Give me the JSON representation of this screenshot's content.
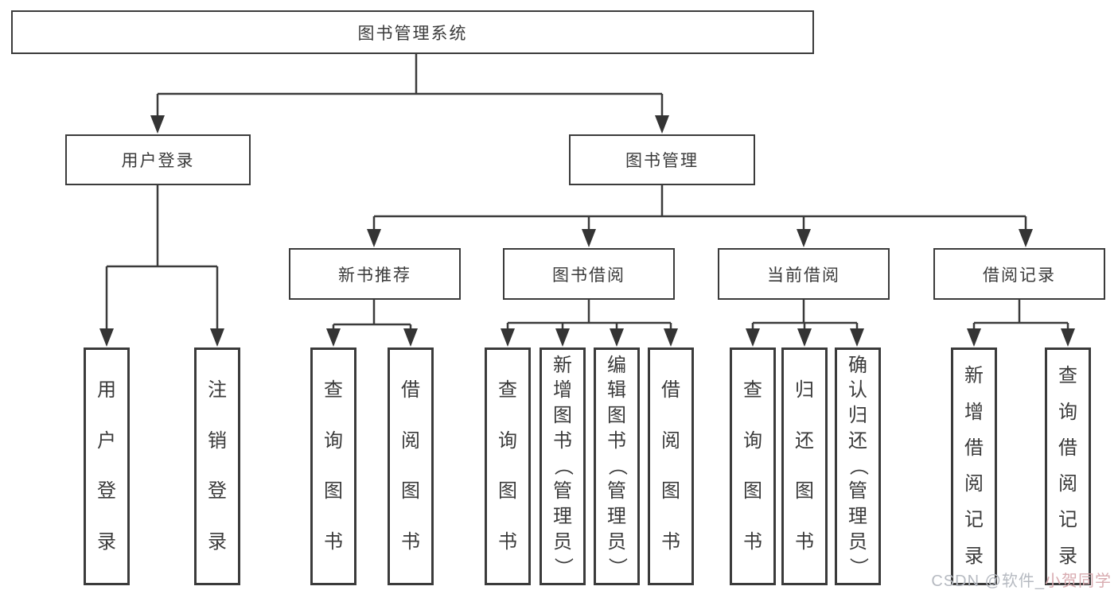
{
  "tree": {
    "root": {
      "label": "图书管理系统"
    },
    "branches": [
      {
        "label": "用户登录",
        "children": [
          {
            "label": "用户登录"
          },
          {
            "label": "注销登录"
          }
        ]
      },
      {
        "label": "图书管理",
        "groups": [
          {
            "label": "新书推荐",
            "children": [
              {
                "label": "查询图书"
              },
              {
                "label": "借阅图书"
              }
            ]
          },
          {
            "label": "图书借阅",
            "children": [
              {
                "label": "查询图书"
              },
              {
                "label": "新增图书（管理员）"
              },
              {
                "label": "编辑图书（管理员）"
              },
              {
                "label": "借阅图书"
              }
            ]
          },
          {
            "label": "当前借阅",
            "children": [
              {
                "label": "查询图书"
              },
              {
                "label": "归还图书"
              },
              {
                "label": "确认归还（管理员）"
              }
            ]
          },
          {
            "label": "借阅记录",
            "children": [
              {
                "label": "新增借阅记录"
              },
              {
                "label": "查询借阅记录"
              }
            ]
          }
        ]
      }
    ]
  },
  "watermark": {
    "prefix": "CSDN @软件_",
    "suffix": "小贺同学"
  },
  "colors": {
    "line": "#3b3b3b",
    "box_border": "#3b3b3b",
    "text": "#3a3a3a",
    "watermark_gray": "#b6bac1",
    "watermark_pink": "#d8abb0"
  }
}
